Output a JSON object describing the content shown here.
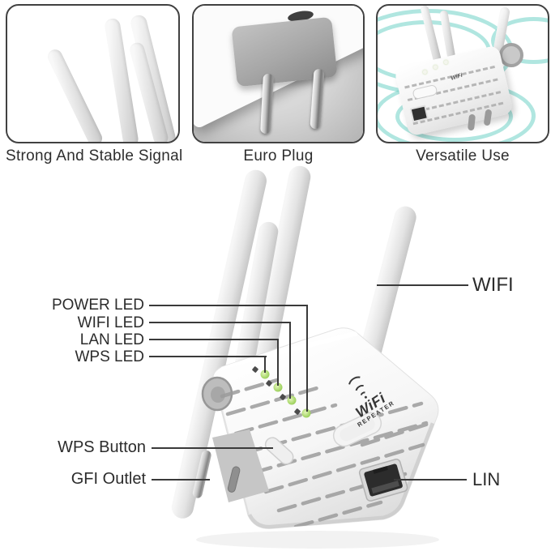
{
  "features": [
    {
      "caption": "Strong And Stable Signal"
    },
    {
      "caption": "Euro Plug"
    },
    {
      "caption": "Versatile Use"
    }
  ],
  "device": {
    "brand_top": "WiFi",
    "brand_bottom": "REPEATER",
    "led_icons": [
      "wps",
      "lan",
      "wifi",
      "power"
    ]
  },
  "callouts": {
    "power_led": "POWER LED",
    "wifi_led": "WIFI LED",
    "lan_led": "LAN LED",
    "wps_led": "WPS LED",
    "wifi": "WIFI",
    "wps_button": "WPS Button",
    "gfi_outlet": "GFI Outlet",
    "lin": "LIN"
  },
  "colors": {
    "led_green": "#9ccf5f",
    "signal_teal": "#6fd1c7",
    "callout_line": "#3a3a3a",
    "label_text": "#2c2c2c",
    "device_body": "#f7f7f7"
  }
}
